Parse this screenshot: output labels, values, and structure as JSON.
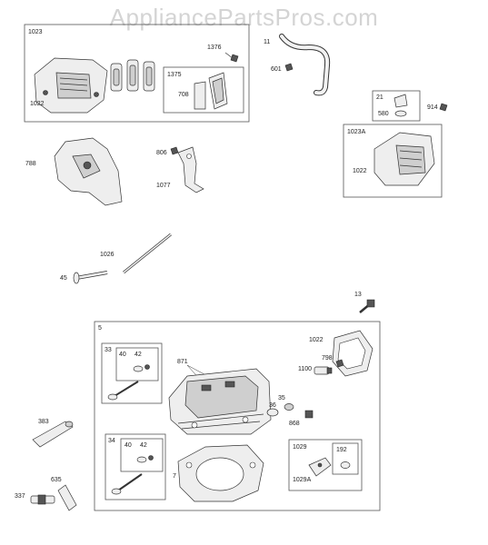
{
  "watermark": "AppliancePartsPros.com",
  "labels": {
    "p1023": "1023",
    "p1022": "1022",
    "p1376": "1376",
    "p1375": "1375",
    "p708": "708",
    "p11": "11",
    "p601": "601",
    "p21": "21",
    "p580": "580",
    "p914": "914",
    "p1023A": "1023A",
    "p1022b": "1022",
    "p788": "788",
    "p806": "806",
    "p1077": "1077",
    "p1026": "1026",
    "p45": "45",
    "p13": "13",
    "p5": "5",
    "p33": "33",
    "p40a": "40",
    "p42a": "42",
    "p871": "871",
    "p1022c": "1022",
    "p798": "798",
    "p1100": "1100",
    "p35": "35",
    "p36": "36",
    "p868": "868",
    "p383": "383",
    "p34": "34",
    "p40b": "40",
    "p42b": "42",
    "p7": "7",
    "p1029": "1029",
    "p192": "192",
    "p1029A": "1029A",
    "p635": "635",
    "p337": "337"
  }
}
